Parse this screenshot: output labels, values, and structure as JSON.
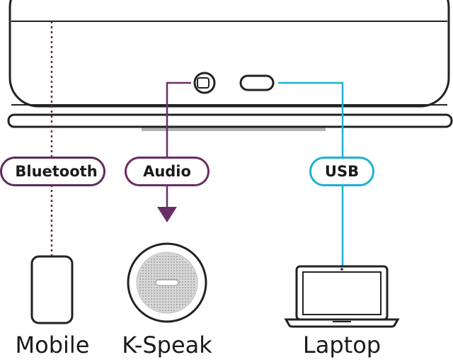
{
  "colors": {
    "bluetooth": "#5e2d57",
    "audio": "#6a2e66",
    "usb": "#1fb0d1",
    "outline": "#222222"
  },
  "connections": [
    {
      "label": "Bluetooth",
      "device": "Mobile",
      "icon": "mobile-phone-icon",
      "line_style": "dotted"
    },
    {
      "label": "Audio",
      "device": "K-Speak",
      "icon": "speaker-icon",
      "line_style": "solid-arrow"
    },
    {
      "label": "USB",
      "device": "Laptop",
      "icon": "laptop-icon",
      "line_style": "solid"
    }
  ],
  "hub": {
    "icon": "speakerphone-hub-icon",
    "ports": [
      "audio-jack-port-icon",
      "usb-c-port-icon"
    ]
  }
}
